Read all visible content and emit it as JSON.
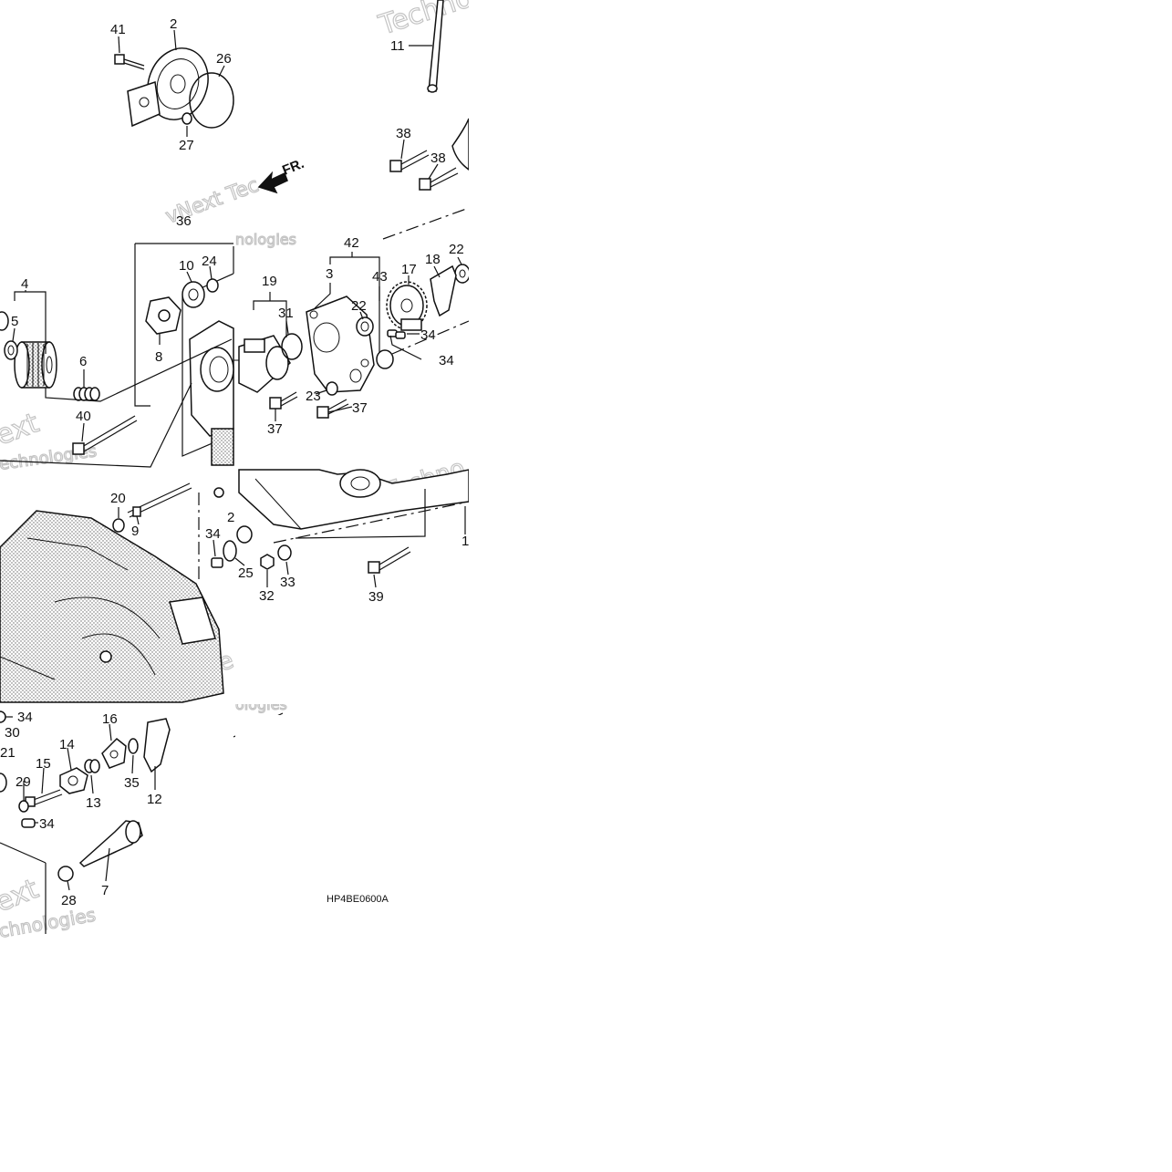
{
  "diagram": {
    "code": "HP4BE0600A",
    "front_arrow": "FR.",
    "watermarks": [
      "Techno",
      "vNext Tec",
      "nologies",
      "ext",
      "echnologies",
      "Techno",
      "vNe",
      "ologies",
      "ext",
      "chnologies"
    ],
    "callouts": [
      "41",
      "2",
      "26",
      "27",
      "11",
      "38",
      "38",
      "36",
      "4",
      "5",
      "6",
      "40",
      "10",
      "24",
      "8",
      "19",
      "31",
      "42",
      "3",
      "43",
      "22",
      "17",
      "18",
      "22",
      "34",
      "34",
      "23",
      "37",
      "37",
      "20",
      "9",
      "34",
      "25",
      "2",
      "32",
      "33",
      "39",
      "1",
      "34",
      "30",
      "21",
      "15",
      "14",
      "16",
      "29",
      "13",
      "35",
      "12",
      "34",
      "28",
      "7"
    ]
  }
}
